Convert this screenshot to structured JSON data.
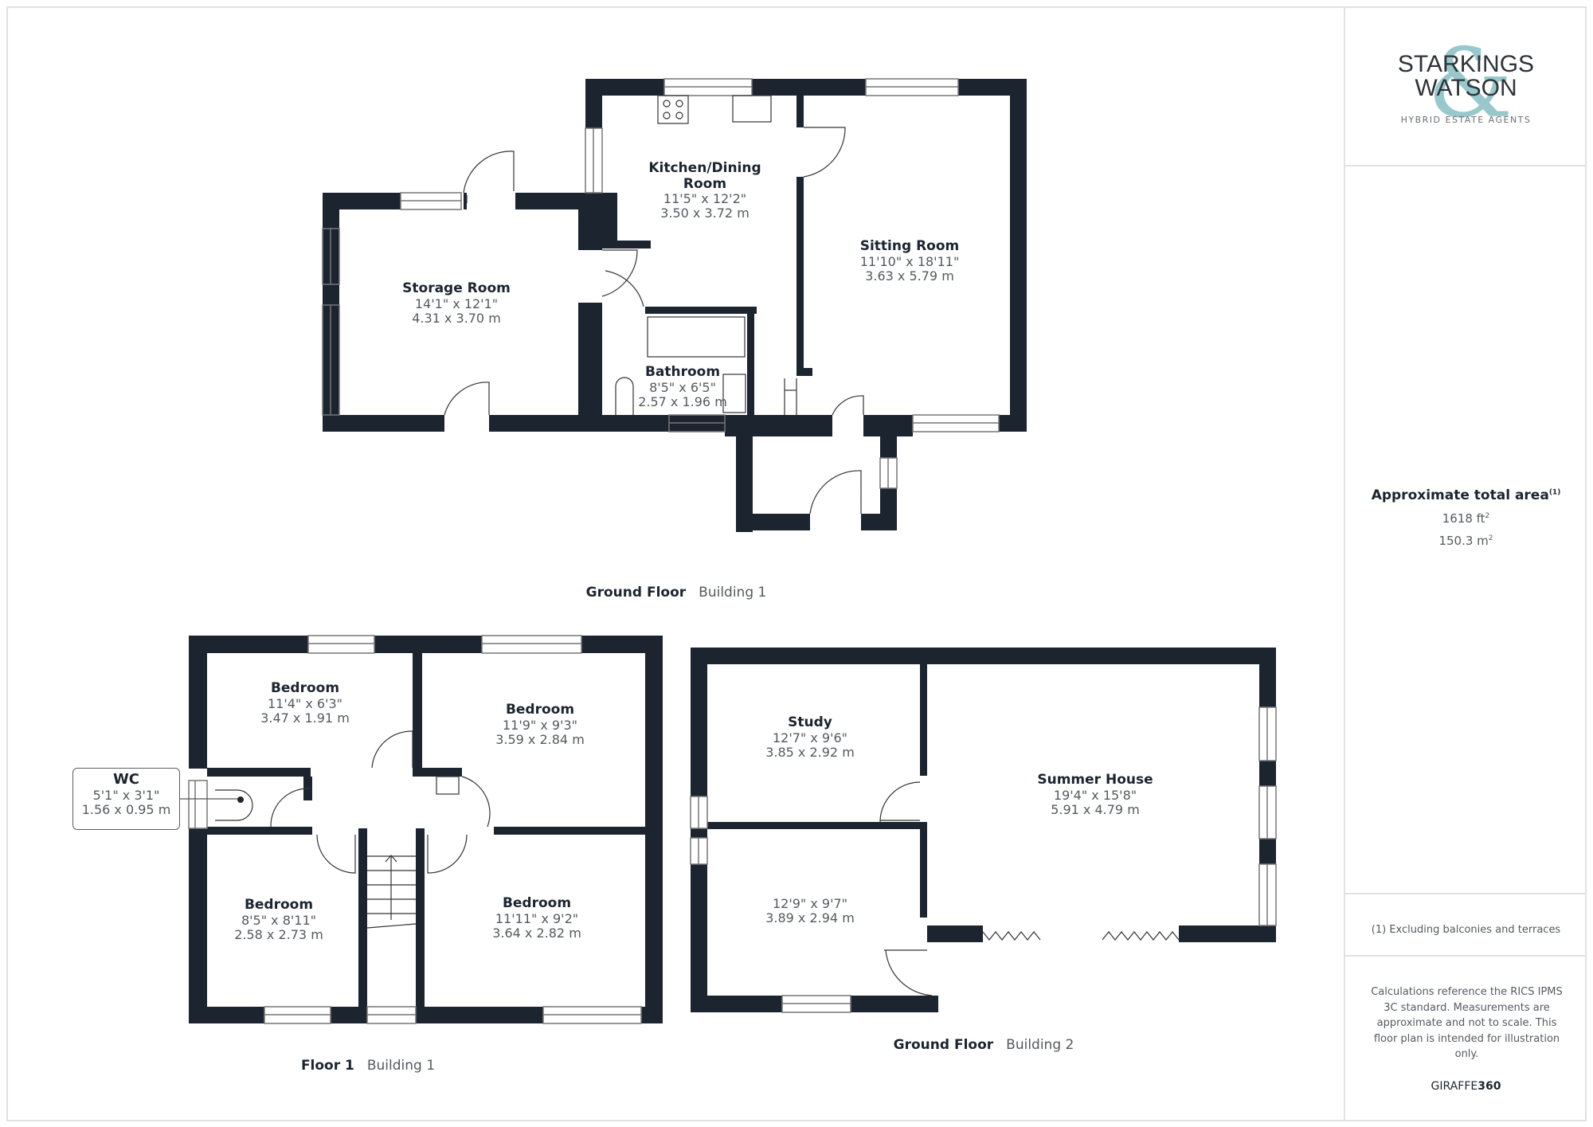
{
  "colors": {
    "wall": "#1c2430",
    "text_dark": "#1c2430",
    "text_light": "#55595f",
    "accent_teal": "#8fc3c7",
    "border": "#e2e2e2"
  },
  "logo": {
    "line1": "STARKINGS",
    "line2": "WATSON",
    "ampersand": "&",
    "subtitle": "HYBRID ESTATE AGENTS"
  },
  "area": {
    "title": "Approximate total area",
    "footnote_ref": "(1)",
    "sqft": "1618 ft",
    "sqm": "150.3 m",
    "unit_exp": "2"
  },
  "footnote": "(1) Excluding balconies and terraces",
  "disclaimer": "Calculations reference the RICS IPMS 3C standard. Measurements are approximate and not to scale. This floor plan is intended for illustration only.",
  "brand": {
    "prefix": "GIRAFFE",
    "suffix": "360"
  },
  "floors": [
    {
      "name": "Ground Floor",
      "building": "Building 1",
      "rooms": [
        {
          "name": "Kitchen/Dining",
          "name2": "Room",
          "imperial": "11'5\" x 12'2\"",
          "metric": "3.50 x 3.72 m"
        },
        {
          "name": "Sitting Room",
          "imperial": "11'10\" x 18'11\"",
          "metric": "3.63 x 5.79 m"
        },
        {
          "name": "Storage Room",
          "imperial": "14'1\" x 12'1\"",
          "metric": "4.31 x 3.70 m"
        },
        {
          "name": "Bathroom",
          "imperial": "8'5\" x 6'5\"",
          "metric": "2.57 x 1.96 m"
        }
      ]
    },
    {
      "name": "Floor 1",
      "building": "Building 1",
      "rooms": [
        {
          "name": "Bedroom",
          "imperial": "11'4\" x 6'3\"",
          "metric": "3.47 x 1.91 m"
        },
        {
          "name": "Bedroom",
          "imperial": "11'9\" x 9'3\"",
          "metric": "3.59 x 2.84 m"
        },
        {
          "name": "Bedroom",
          "imperial": "8'5\" x 8'11\"",
          "metric": "2.58 x 2.73 m"
        },
        {
          "name": "Bedroom",
          "imperial": "11'11\" x 9'2\"",
          "metric": "3.64 x 2.82 m"
        },
        {
          "name": "WC",
          "imperial": "5'1\" x 3'1\"",
          "metric": "1.56 x 0.95 m"
        }
      ]
    },
    {
      "name": "Ground Floor",
      "building": "Building 2",
      "rooms": [
        {
          "name": "Study",
          "imperial": "12'7\" x 9'6\"",
          "metric": "3.85 x 2.92 m"
        },
        {
          "name": "Summer House",
          "imperial": "19'4\" x 15'8\"",
          "metric": "5.91 x 4.79 m"
        },
        {
          "name": "",
          "imperial": "12'9\" x 9'7\"",
          "metric": "3.89 x 2.94 m"
        }
      ]
    }
  ]
}
